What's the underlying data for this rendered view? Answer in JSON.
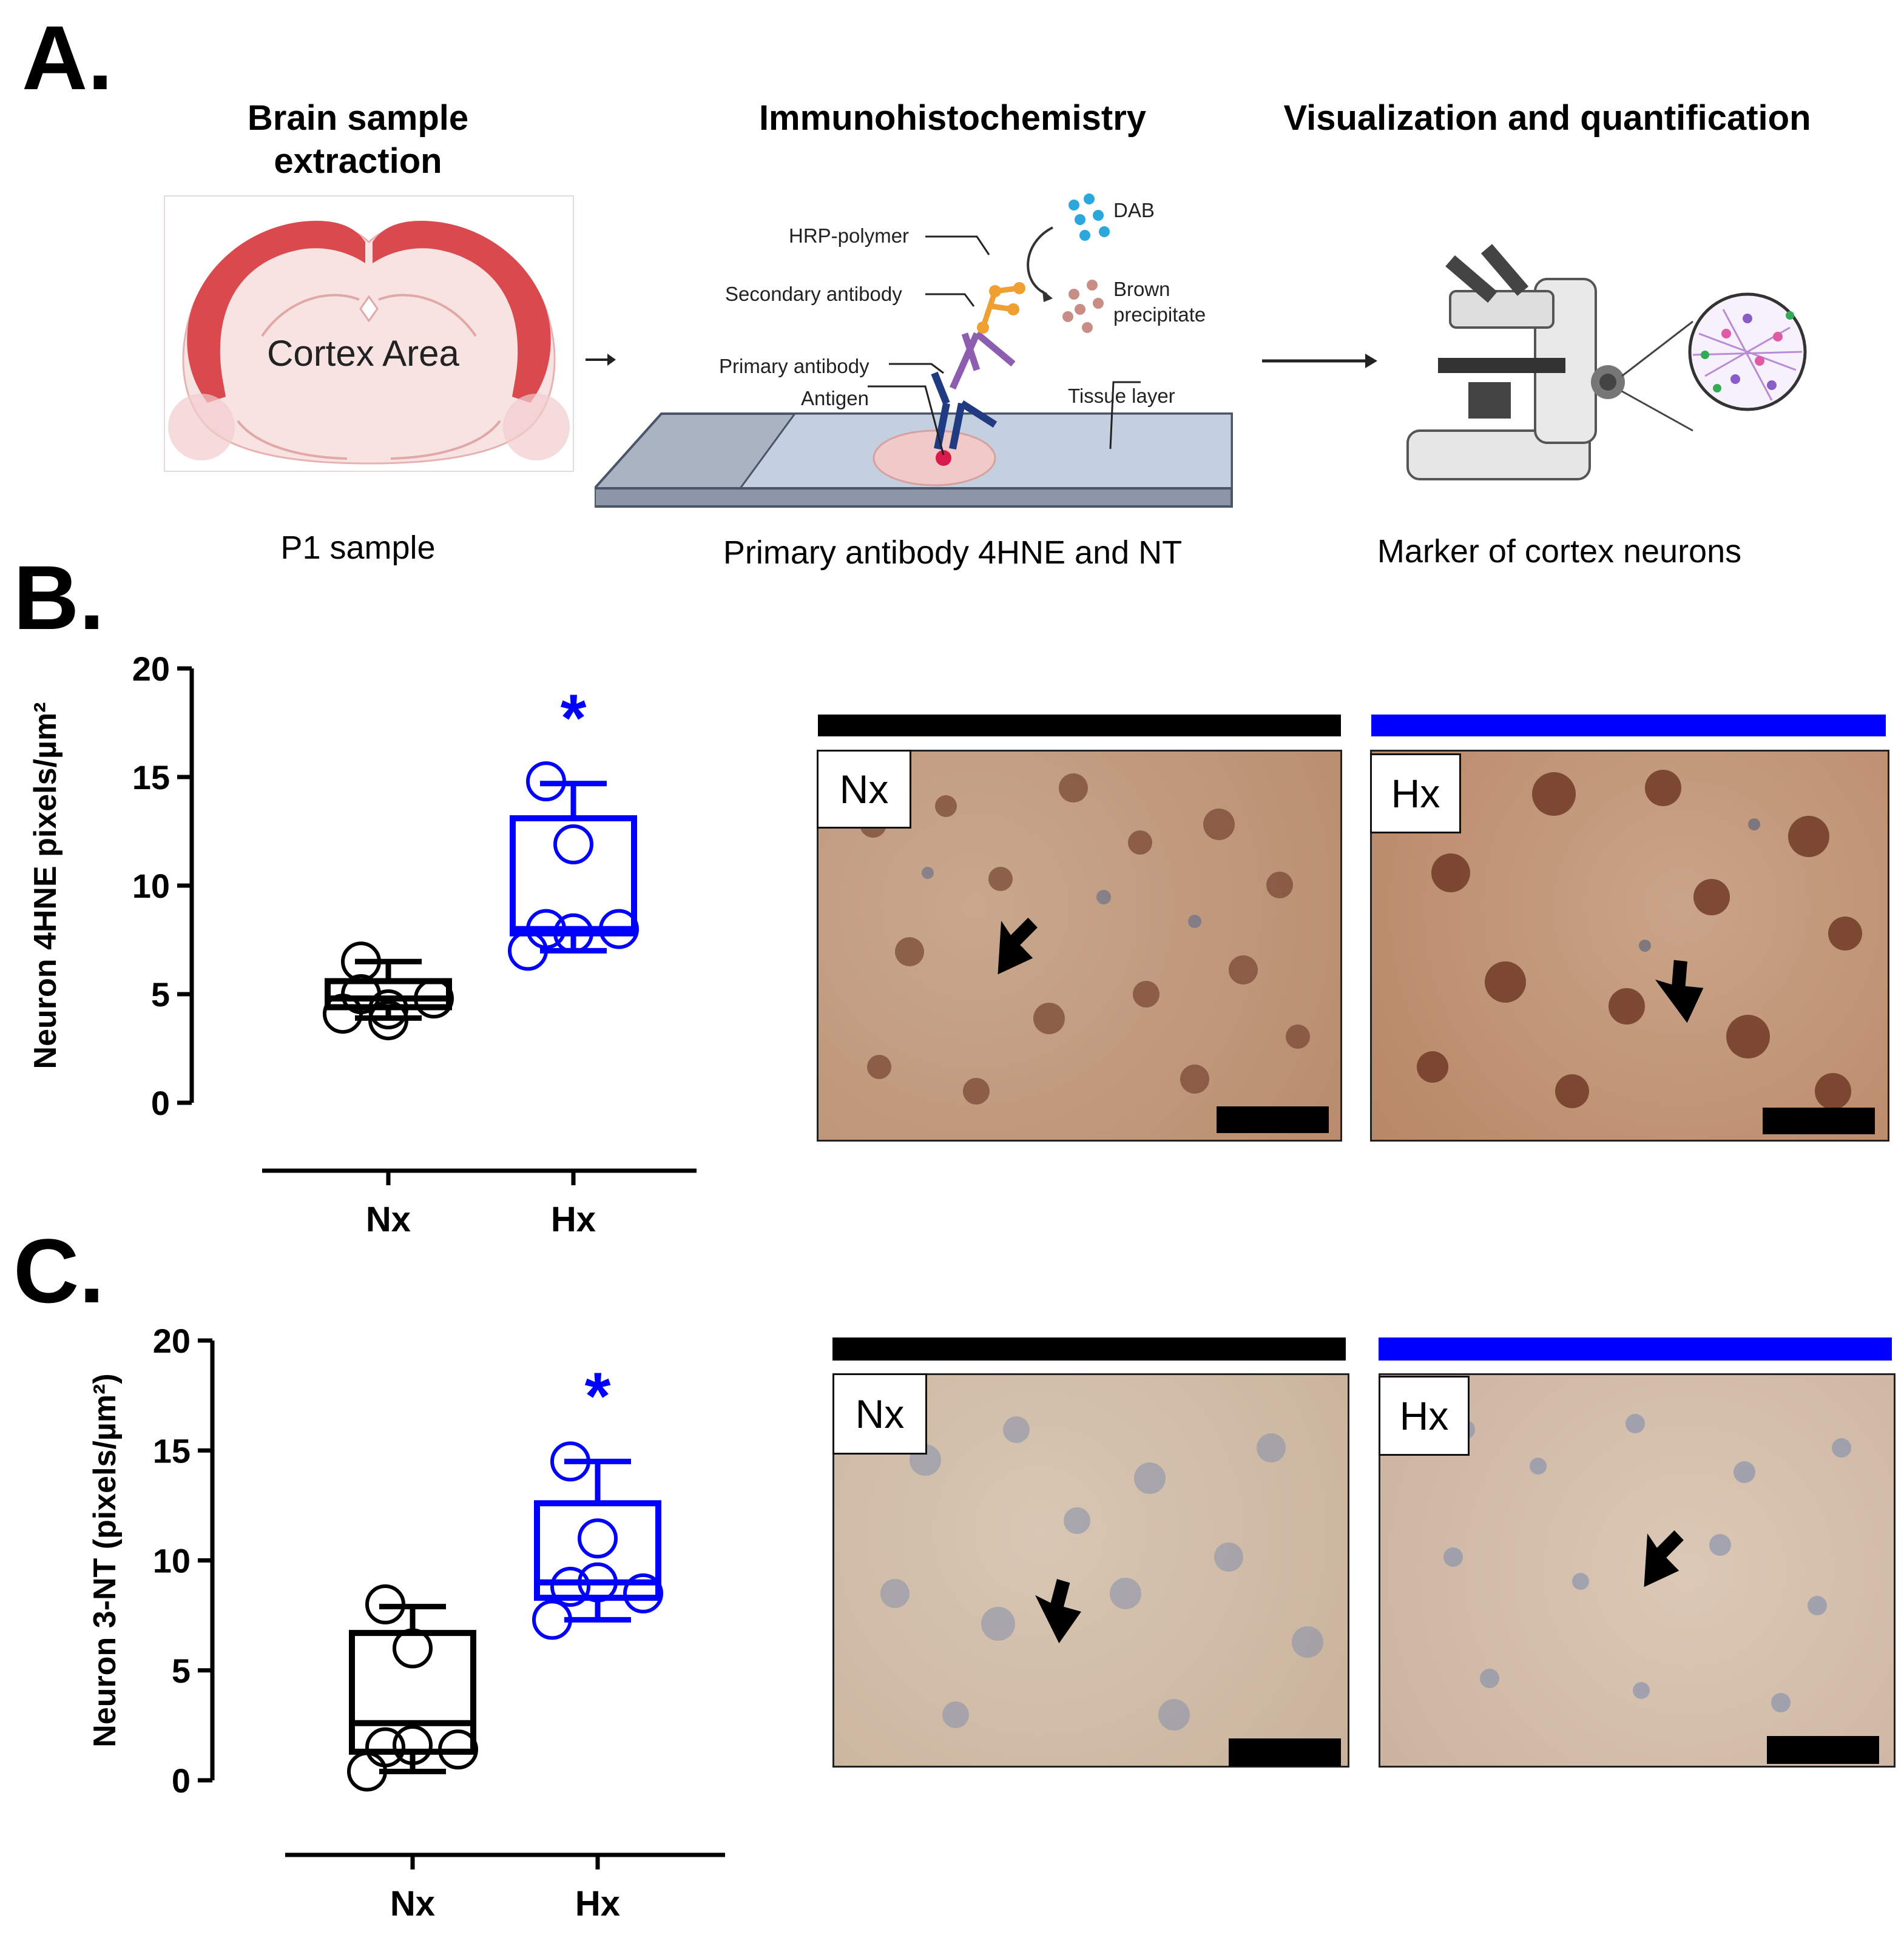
{
  "panels": {
    "a": "A.",
    "b": "B.",
    "c": "C."
  },
  "workflow": {
    "step1_title": "Brain sample extraction",
    "step1_label": "Cortex Area",
    "step1_caption": "P1 sample",
    "step2_title": "Immunohistochemistry",
    "step2_caption": "Primary antibody 4HNE and NT",
    "step3_title": "Visualization and quantification",
    "step3_caption": "Marker of cortex neurons",
    "labels": {
      "dab": "DAB",
      "hrp": "HRP-polymer",
      "brown": "Brown precipitate",
      "secondary": "Secondary antibody",
      "primary": "Primary antibody",
      "antigen": "Antigen",
      "tissue": "Tissue layer"
    }
  },
  "micrographs": {
    "b_left_tag": "Nx",
    "b_right_tag": "Hx",
    "c_left_tag": "Nx",
    "c_right_tag": "Hx"
  },
  "colors": {
    "nx": "#000000",
    "hx": "#0000ff",
    "cortex": "#d9494d",
    "brain": "#f7dcdc"
  },
  "chart_data": [
    {
      "type": "box",
      "ylabel": "Neuron 4HNE pixels/µm²",
      "ylim": [
        0,
        20
      ],
      "yticks": [
        0,
        5,
        10,
        15,
        20
      ],
      "categories": [
        "Nx",
        "Hx"
      ],
      "significance": [
        "",
        "*"
      ],
      "series": [
        {
          "name": "Nx",
          "color": "#000000",
          "min": 3.9,
          "q1": 4.4,
          "median": 4.8,
          "q3": 5.6,
          "max": 6.5,
          "points": [
            6.5,
            4.3,
            5.0,
            4.1,
            3.8,
            4.8
          ]
        },
        {
          "name": "Hx",
          "color": "#0000ff",
          "min": 7.0,
          "q1": 7.8,
          "median": 8.0,
          "q3": 13.1,
          "max": 14.7,
          "points": [
            14.8,
            11.9,
            8.0,
            7.0,
            7.8,
            8.0
          ]
        }
      ]
    },
    {
      "type": "box",
      "ylabel": "Neuron 3-NT (pixels/µm²)",
      "ylim": [
        0,
        20
      ],
      "yticks": [
        0,
        5,
        10,
        15,
        20
      ],
      "categories": [
        "Nx",
        "Hx"
      ],
      "significance": [
        "",
        "*"
      ],
      "series": [
        {
          "name": "Nx",
          "color": "#000000",
          "min": 0.4,
          "q1": 1.3,
          "median": 2.6,
          "q3": 6.7,
          "max": 7.9,
          "points": [
            8.0,
            6.0,
            1.5,
            0.4,
            1.6,
            1.4
          ]
        },
        {
          "name": "Hx",
          "color": "#0000ff",
          "min": 7.3,
          "q1": 8.3,
          "median": 9.0,
          "q3": 12.6,
          "max": 14.5,
          "points": [
            14.5,
            11.0,
            8.8,
            7.3,
            9.0,
            8.5
          ]
        }
      ]
    }
  ]
}
